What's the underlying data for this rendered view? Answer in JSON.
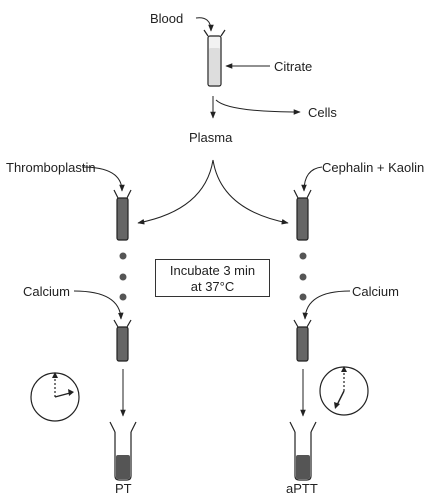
{
  "labels": {
    "blood": "Blood",
    "citrate": "Citrate",
    "cells": "Cells",
    "plasma": "Plasma",
    "thromboplastin": "Thromboplastin",
    "cephalin_kaolin": "Cephalin + Kaolin",
    "calcium_left": "Calcium",
    "calcium_right": "Calcium",
    "pt": "PT",
    "aptt": "aPTT"
  },
  "incubate": {
    "line1": "Incubate 3 min",
    "line2": "at 37°C"
  },
  "colors": {
    "ink": "#222222",
    "tube_dark": "#666666",
    "tube_light": "#f2f2f2",
    "clot": "#555555"
  },
  "icons": {
    "timer": "clock-icon",
    "tube": "test-tube-icon"
  }
}
